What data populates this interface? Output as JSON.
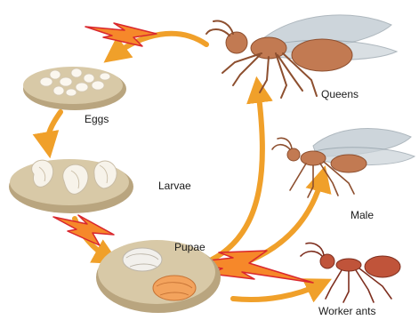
{
  "labels": {
    "queens": "Queens",
    "eggs": "Eggs",
    "larvae": "Larvae",
    "male": "Male",
    "pupae": "Pupae",
    "worker_ants": "Worker ants"
  },
  "colors": {
    "arrow": "#f0a02a",
    "lightning_fill": "#f6882a",
    "lightning_stroke": "#d9272e",
    "mound": "#d8c9a7",
    "mound_shadow": "#b9a57f",
    "wing": "#b8c4cc",
    "ant_body": "#c27a52",
    "ant_dark": "#8d4f2f",
    "worker_body": "#c0543a"
  },
  "icons": [
    "queen-ant-icon",
    "male-ant-icon",
    "worker-ant-icon",
    "lightning-bolt-icon",
    "cycle-arrow-icon"
  ]
}
